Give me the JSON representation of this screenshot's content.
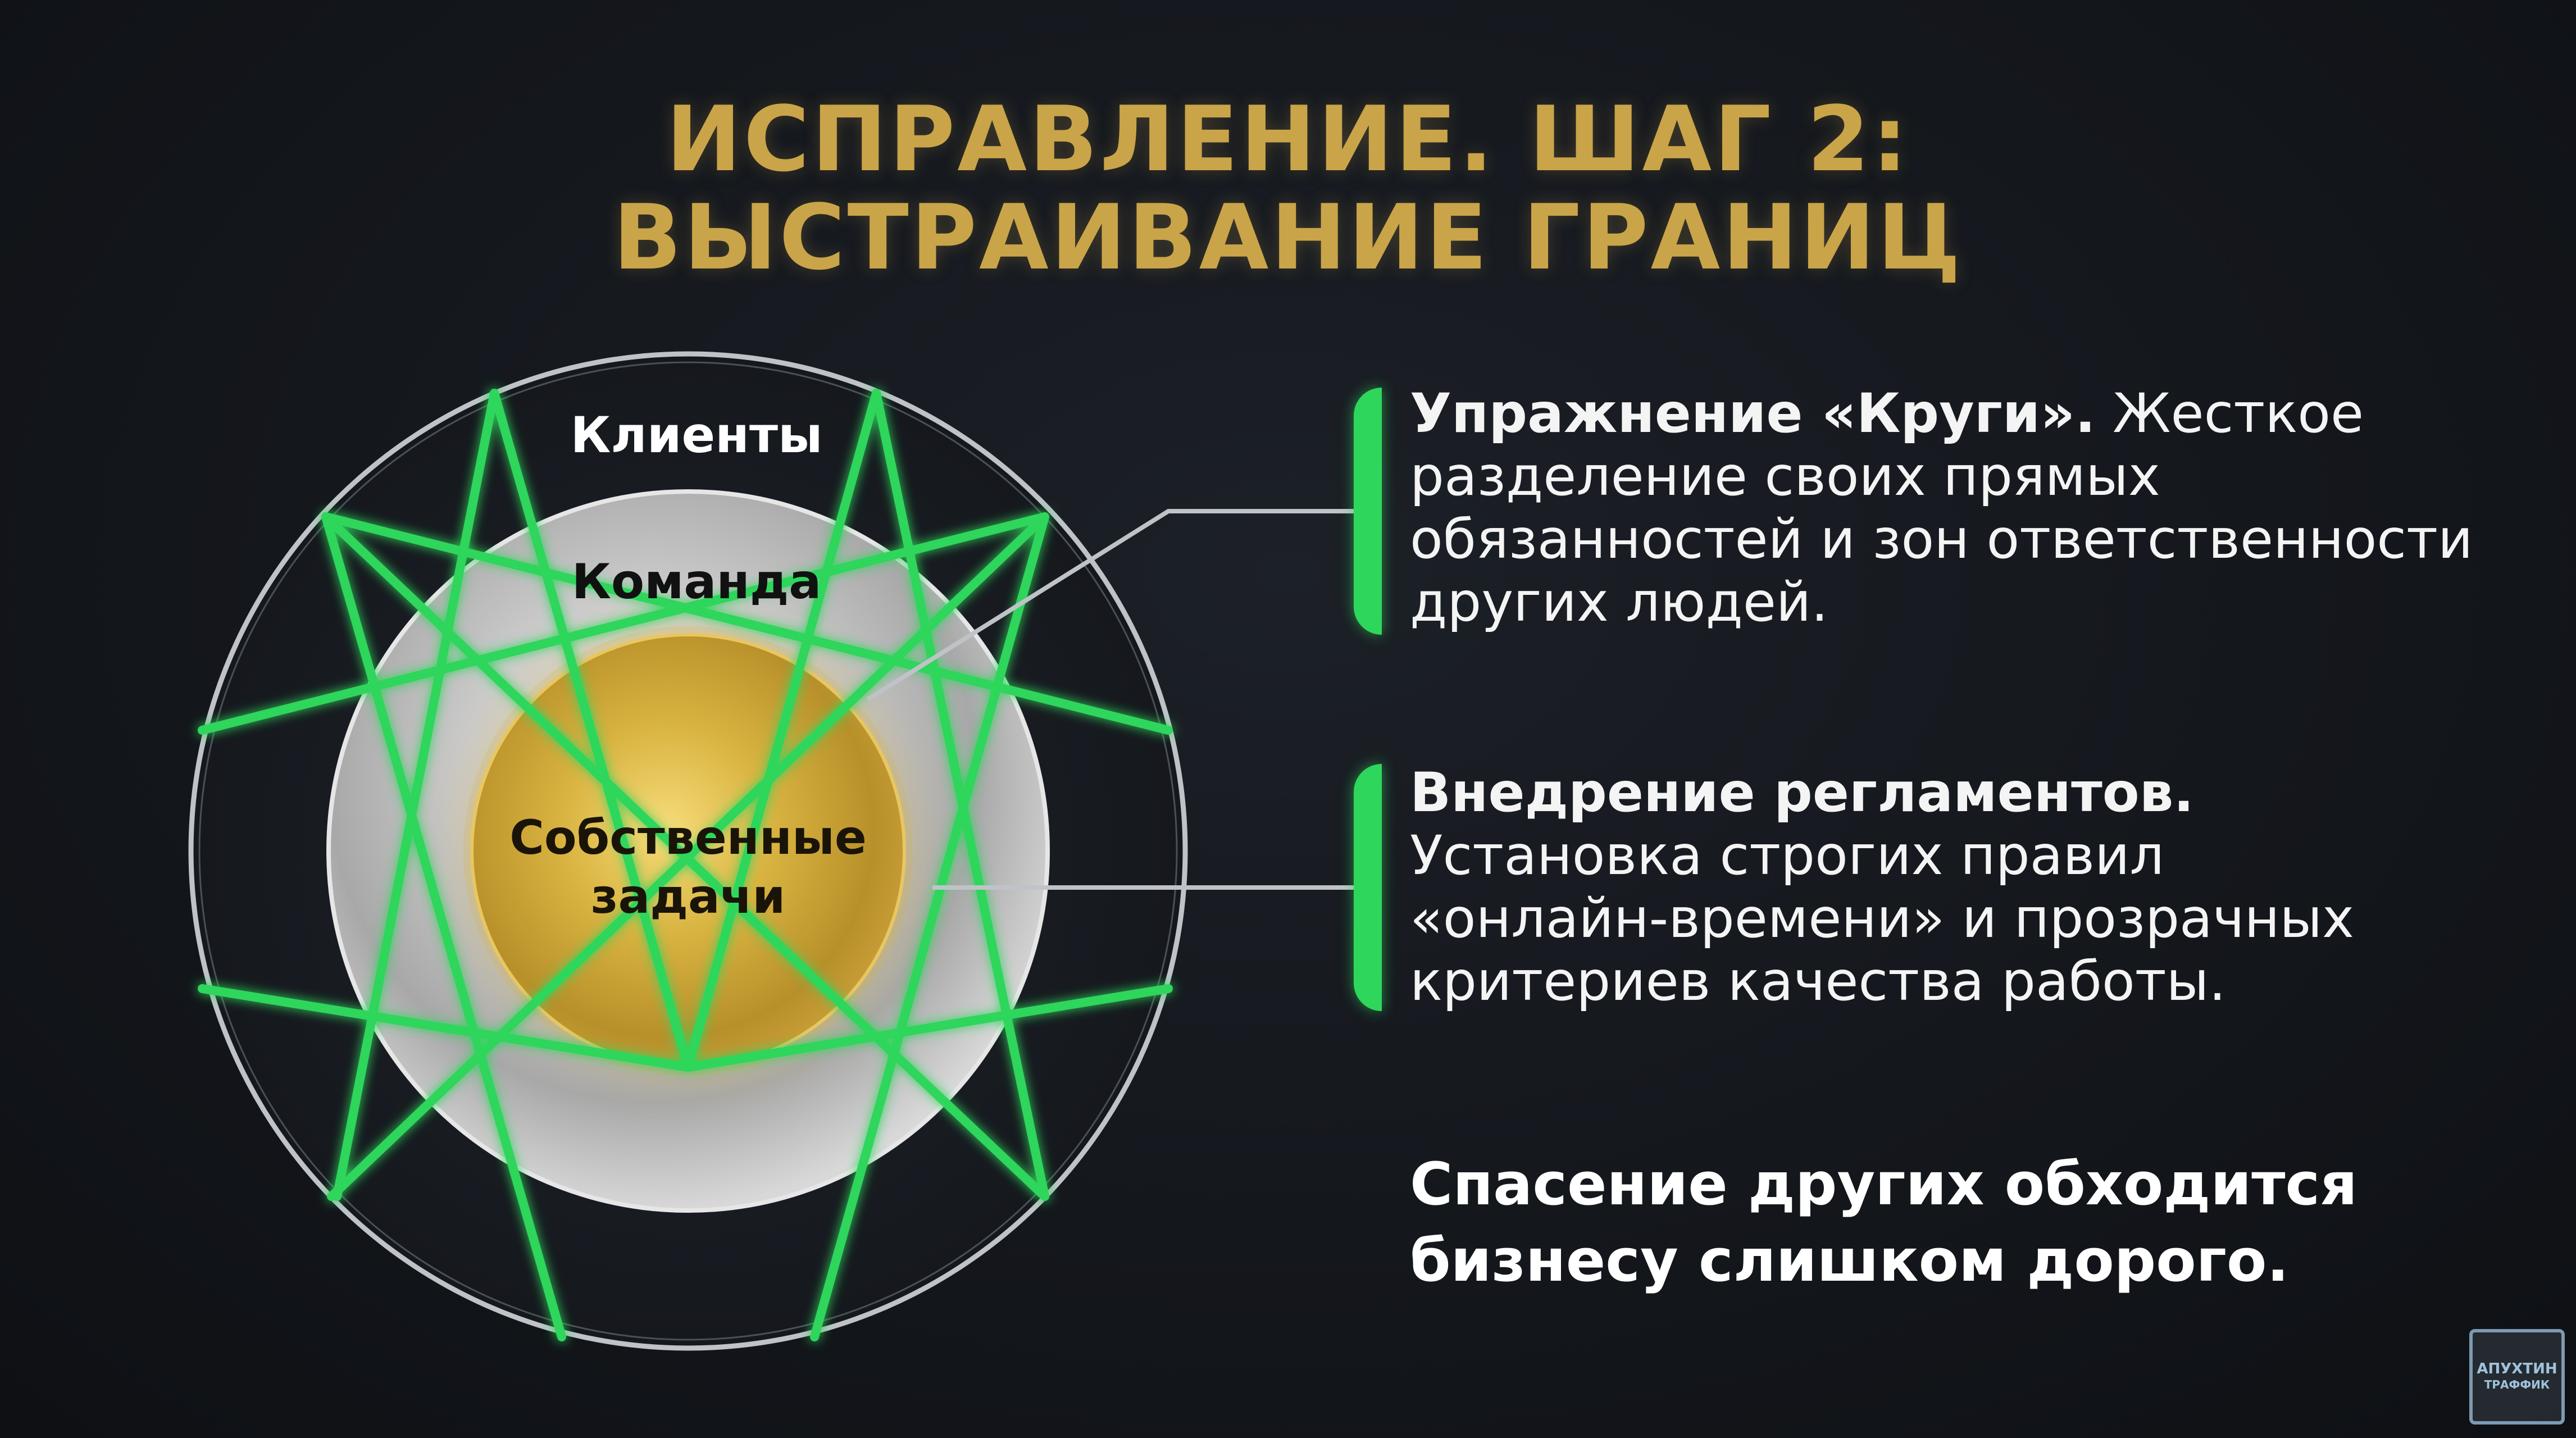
{
  "title": {
    "line1": "ИСПРАВЛЕНИЕ. ШАГ 2:",
    "line2": "ВЫСТРАИВАНИЕ ГРАНИЦ"
  },
  "circles": {
    "outer": "Клиенты",
    "middle": "Команда",
    "inner_line1": "Собственные",
    "inner_line2": "задачи"
  },
  "points": [
    {
      "bold": "Упражнение «Круги».",
      "rest_line1": " Жесткое",
      "line2": "разделение своих прямых",
      "line3": "обязанностей и зон ответственности",
      "line4": "других людей."
    },
    {
      "bold": "Внедрение регламентов.",
      "line2": "Установка строгих правил",
      "line3": "«онлайн-времени» и прозрачных",
      "line4": "критериев качества работы."
    }
  ],
  "conclusion": {
    "line1": "Спасение других обходится",
    "line2": "бизнесу слишком дорого."
  },
  "logo": {
    "line1": "АПУХТИН",
    "line2": "ТРАФФИК"
  },
  "colors": {
    "gold": "#c9a449",
    "green": "#2fd65c",
    "background": "#14171c",
    "text": "#f4f4f4"
  }
}
